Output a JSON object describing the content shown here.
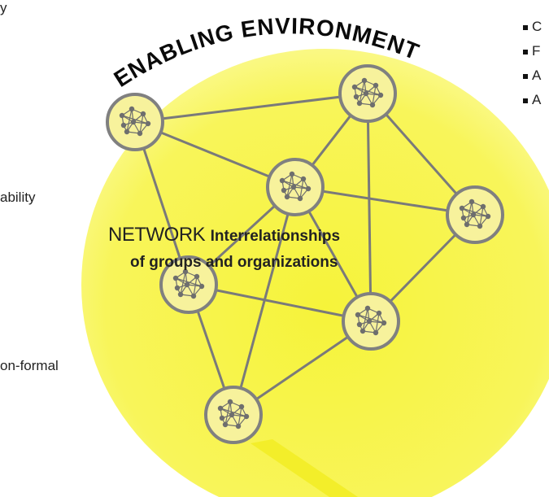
{
  "diagram": {
    "arc_title": "ENABLING ENVIRONMENT",
    "network_title": "NETWORK",
    "network_subtitle_line1": "Interrelationships",
    "network_subtitle_line2": "of groups and organizations",
    "left_fragments": [
      "ability",
      "on-formal"
    ],
    "top_left_fragment": "y",
    "right_bullets": [
      "C",
      "F",
      "A",
      "A"
    ],
    "colors": {
      "environment_fill": "#f6f33a",
      "node_fill": "#f7f29c",
      "node_stroke": "#808080",
      "edge": "#7a7a7a",
      "inner_graph": "#6e6e6e",
      "arc_text": "#0a0a0a"
    },
    "nodes": [
      "node-1",
      "node-2",
      "node-3",
      "node-4",
      "node-5",
      "node-6",
      "node-7"
    ]
  }
}
